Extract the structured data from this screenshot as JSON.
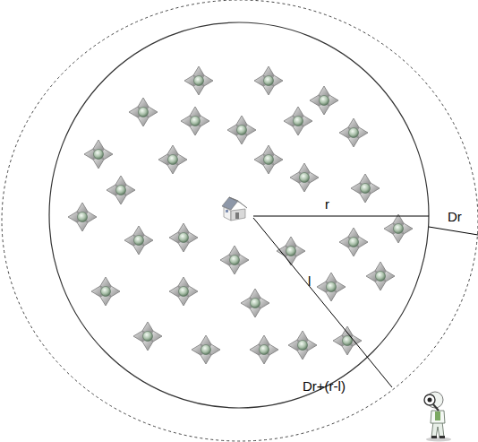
{
  "diagram": {
    "labels": [
      "r",
      "Dr",
      "l",
      "Dr+(r-l)"
    ]
  }
}
